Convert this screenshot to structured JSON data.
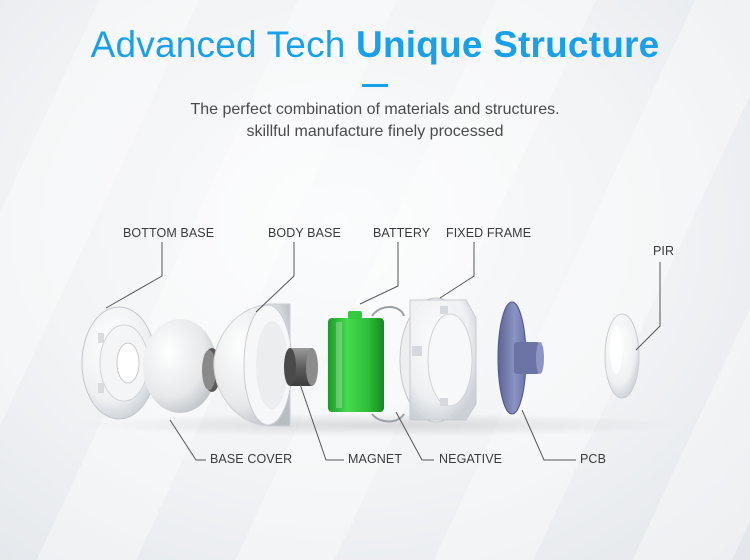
{
  "header": {
    "title_regular": "Advanced Tech",
    "title_bold": "Unique Structure",
    "subtitle_line1": "The perfect combination of materials and structures.",
    "subtitle_line2": "skillful manufacture finely processed"
  },
  "labels": {
    "bottom_base": "BOTTOM BASE",
    "body_base": "BODY BASE",
    "battery": "BATTERY",
    "fixed_frame": "FIXED FRAME",
    "pir": "PIR",
    "base_cover": "BASE COVER",
    "magnet": "MAGNET",
    "negative": "NEGATIVE",
    "pcb": "PCB"
  },
  "colors": {
    "accent": "#1aa0e8",
    "battery_green": "#2fbf3a",
    "pcb_purple": "#7d86b8",
    "magnet_gray": "#6e6e6e"
  }
}
